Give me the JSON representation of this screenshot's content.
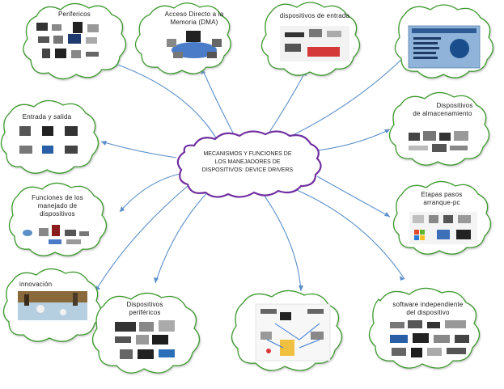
{
  "central": {
    "line1": "MECANISMOS Y FUNCIONES DE",
    "line2": "LOS MANEJADORES DE",
    "line3": "DISPOSITIVOS: DEVICE DRIVERS"
  },
  "nodes": {
    "perifericos": "Perifericos",
    "dma_line1": "Acceso Directo a la",
    "dma_line2": "Memoria (DMA)",
    "dispositivos_entrada": "dispositivos de entrada",
    "almacenamiento_line1": "Dispositivos",
    "almacenamiento_line2": "de almacenamiento",
    "entrada_salida": "Entrada y salida",
    "funciones_line1": "Funciones de los",
    "funciones_line2": "manejado de",
    "funciones_line3": "dispositivos",
    "etapas_line1": "Etapas pasos",
    "etapas_line2": "arranque-pc",
    "innovacion": "innovación",
    "disp_perifericos_line1": "Dispositivos",
    "disp_perifericos_line2": "periféricos",
    "software_line1": "software independiente",
    "software_line2": "del dispositivo"
  },
  "colors": {
    "cloud_fill": "#ffffff",
    "cloud_stroke": "#3e9a2e",
    "central_stroke": "#7030a0",
    "connector": "#5b8fc9"
  },
  "icons": {
    "perifericos": "peripheral-devices-thumbnails",
    "dma": "dma-computer-network-image",
    "entrada": "input-devices-image",
    "slide": "storage-devices-slide-image",
    "almacenamiento": "storage-devices-image",
    "entrada_salida": "io-devices-thumbnails",
    "funciones": "device-handling-image",
    "etapas": "boot-stages-image",
    "innovacion": "interactive-floor-photo",
    "disp_perifericos": "peripheral-devices-image",
    "diagram": "device-flow-diagram-image",
    "software": "software-devices-image"
  }
}
